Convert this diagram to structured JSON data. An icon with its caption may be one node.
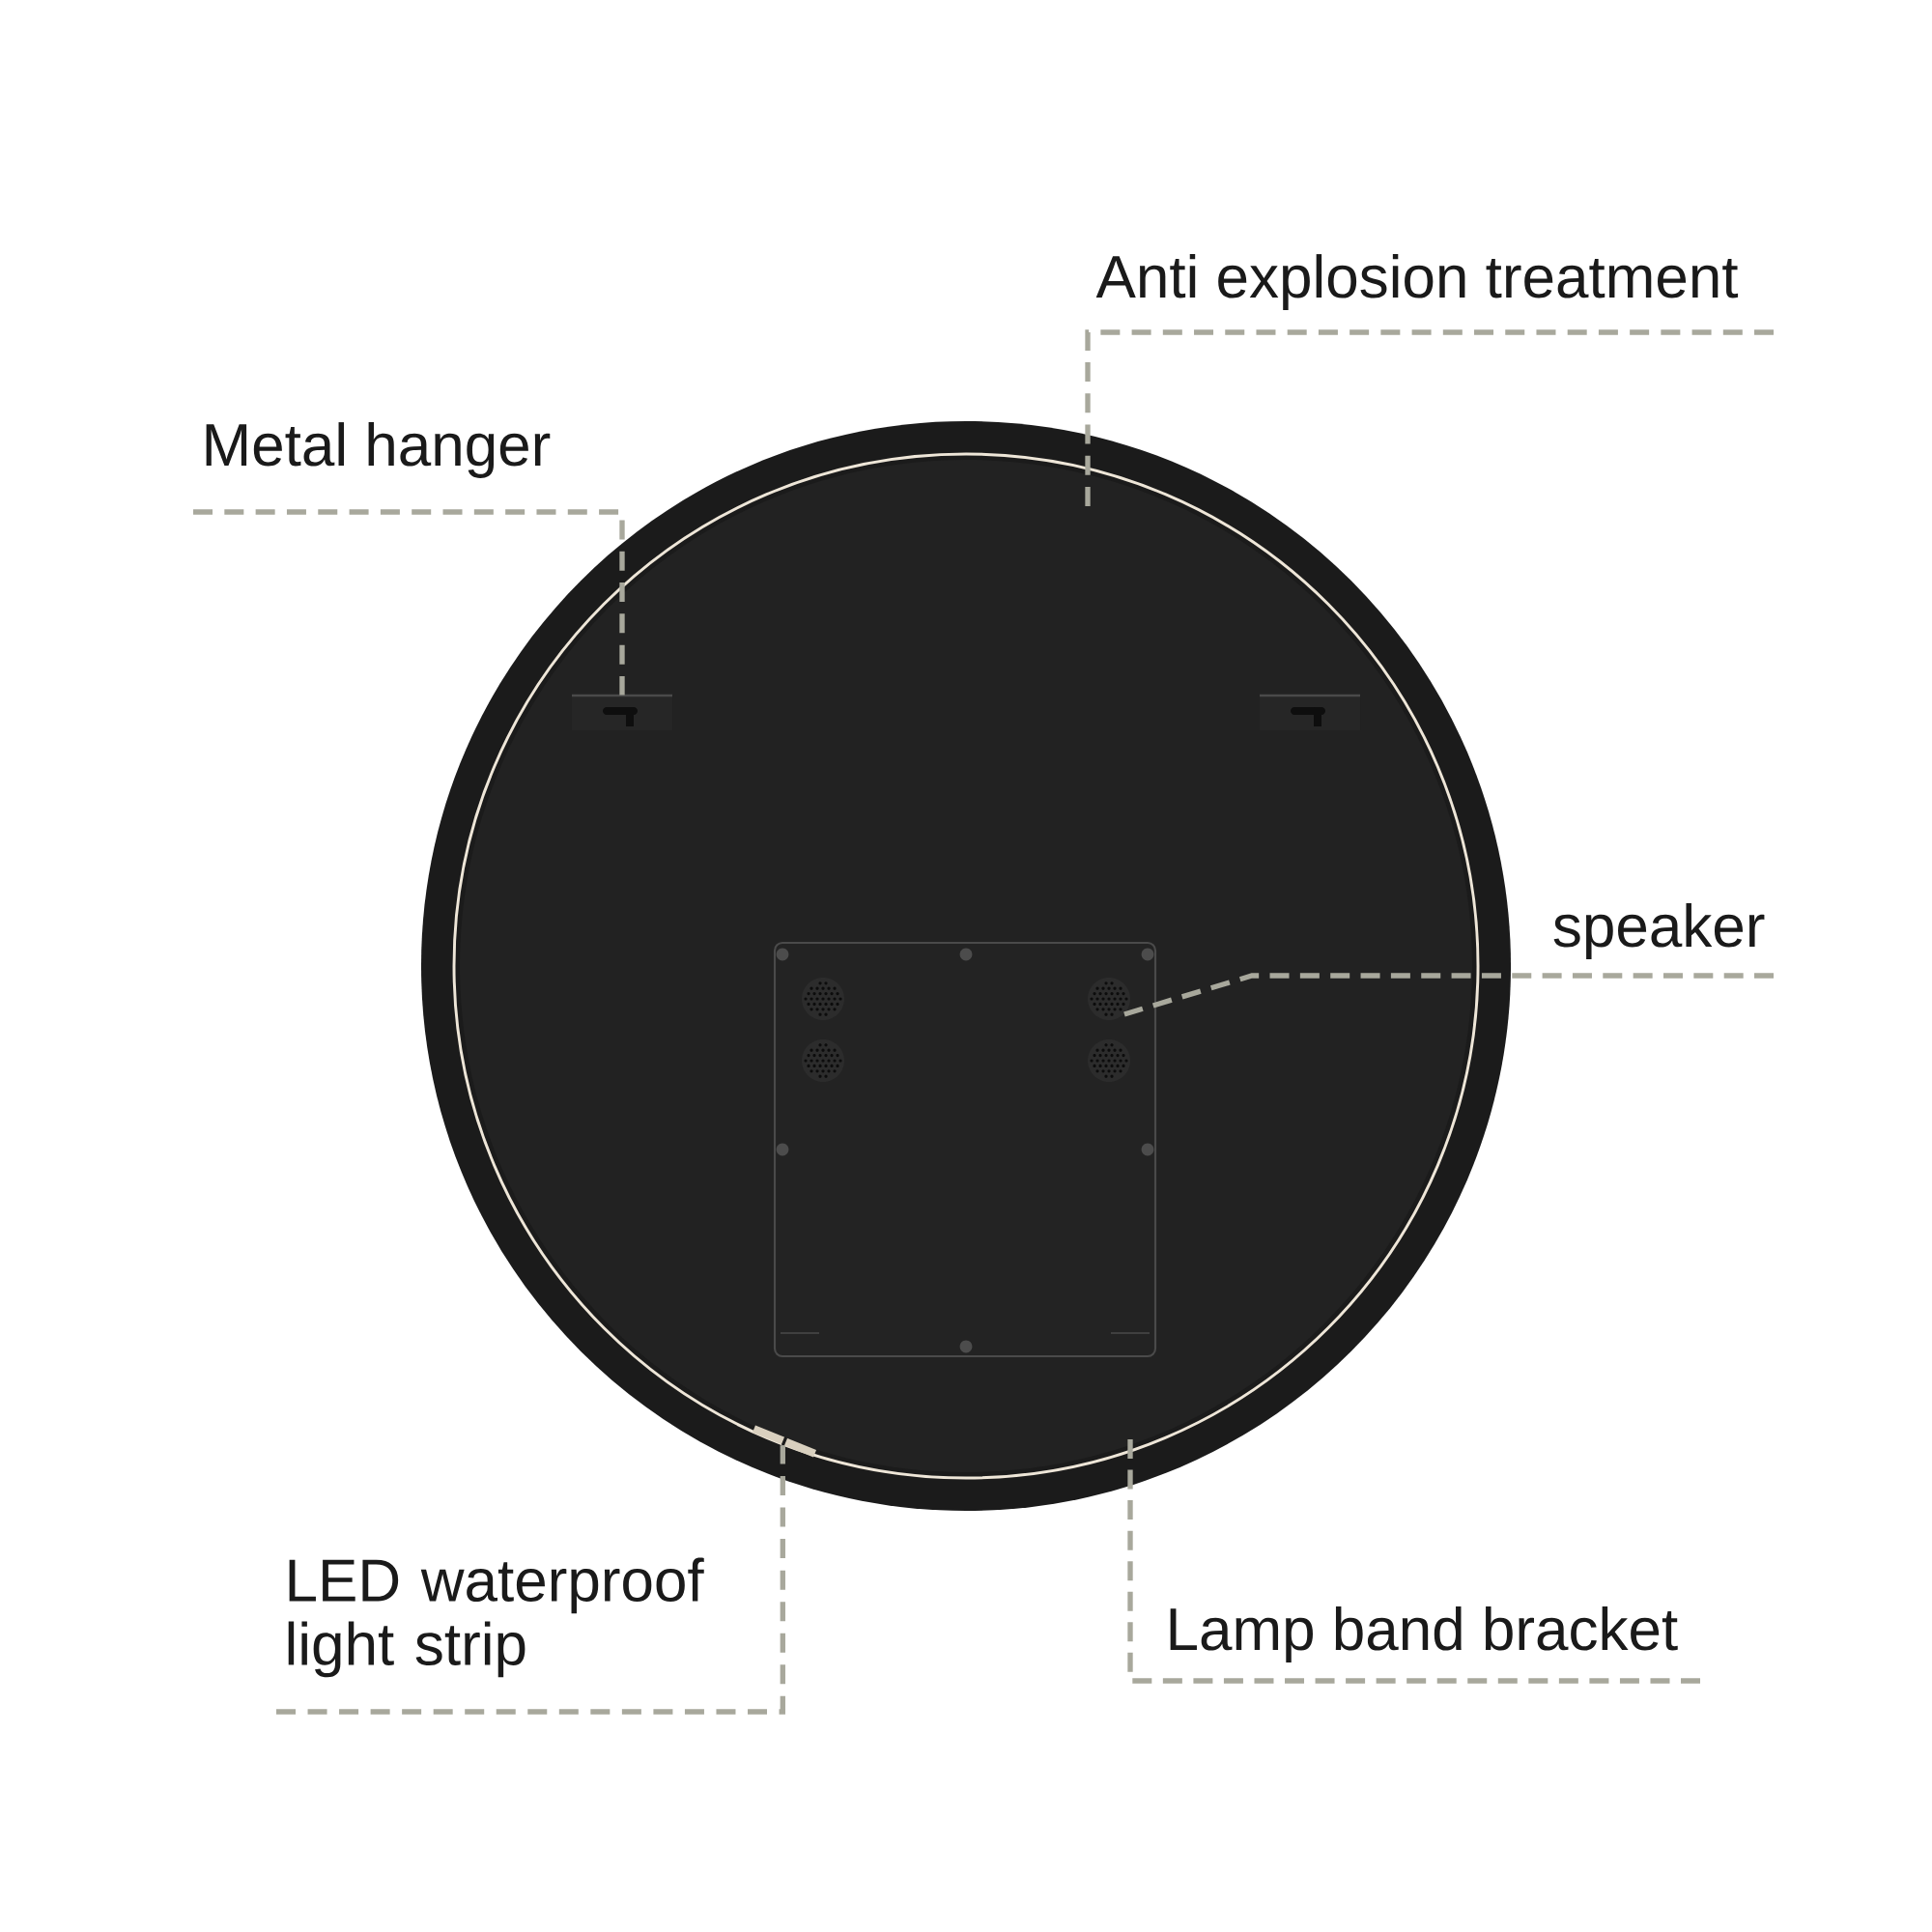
{
  "diagram": {
    "nodes": [
      {
        "text": [
          "Anti explosion treatment"
        ]
      },
      {
        "text": [
          "Metal hanger"
        ]
      },
      {
        "text": [],
        "shape": "box"
      },
      {
        "text": [],
        "shape": "box"
      },
      {
        "text": [
          "speaker"
        ]
      },
      {
        "text": [],
        "shape": "circle"
      },
      {
        "text": [],
        "shape": "circle"
      },
      {
        "text": [],
        "shape": "circle"
      },
      {
        "text": [],
        "shape": "circle"
      },
      {
        "text": [],
        "shape": "bar"
      },
      {
        "text": [
          "LED waterproof light strip"
        ]
      },
      {
        "text": [
          "Lamp band bracket"
        ]
      }
    ],
    "edges": [
      {
        "from": 0,
        "to": null,
        "arrow": "none",
        "style": "dashed"
      },
      {
        "from": 1,
        "to": 2,
        "arrow": "none",
        "style": "dashed"
      },
      {
        "from": 4,
        "to": 6,
        "arrow": "none",
        "style": "dashed"
      },
      {
        "from": 10,
        "to": 9,
        "arrow": "none",
        "style": "dashed"
      },
      {
        "from": 11,
        "to": null,
        "arrow": "none",
        "style": "dashed"
      }
    ]
  }
}
